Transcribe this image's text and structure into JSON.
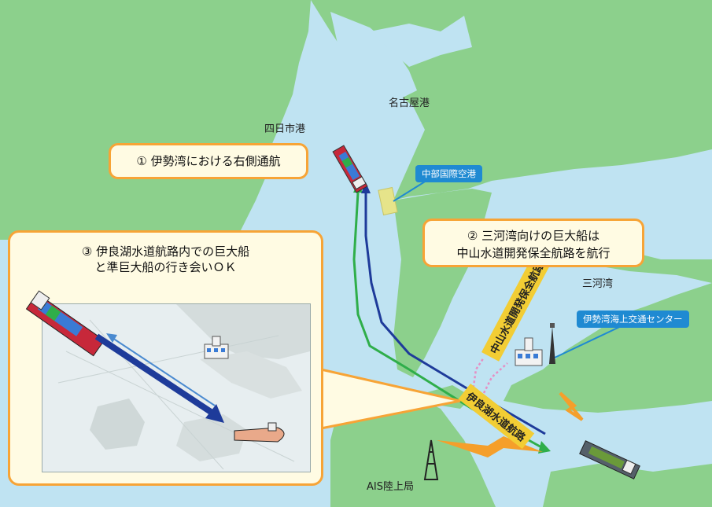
{
  "places": {
    "nagoya_port": "名古屋港",
    "yokkaichi_port": "四日市港",
    "mikawa_bay": "三河湾",
    "ais_station": "AIS陸上局"
  },
  "tags": {
    "chubu_airport": "中部国際空港",
    "traffic_center": "伊勢湾海上交通センター",
    "nakayama_route": "中山水道開発保全航路",
    "irago_route": "伊良湖水道航路"
  },
  "callouts": {
    "c1": "① 伊勢湾における右側通航",
    "c2_line1": "② 三河湾向けの巨大船は",
    "c2_line2": "中山水道開発保全航路を航行",
    "c3_line1": "③ 伊良湖水道航路内での巨大船",
    "c3_line2": "と準巨大船の行き会いＯＫ"
  },
  "colors": {
    "land": "#8cd08c",
    "sea": "#bfe3f2",
    "callout_border": "#f7a436",
    "tag_blue": "#1f8ad2",
    "route_yellow": "#f2cd34",
    "route_green": "#2fae4a",
    "route_blue": "#1e3b9a"
  }
}
